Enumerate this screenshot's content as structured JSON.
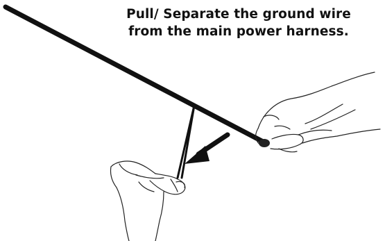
{
  "instruction": {
    "line1": "Pull/ Separate the ground wire",
    "line2": "from the main power harness."
  },
  "colors": {
    "ink": "#111111",
    "background": "#ffffff"
  },
  "icons": [
    "main-power-harness",
    "ground-wire",
    "pull-direction-arrow",
    "right-hand",
    "left-hand"
  ]
}
